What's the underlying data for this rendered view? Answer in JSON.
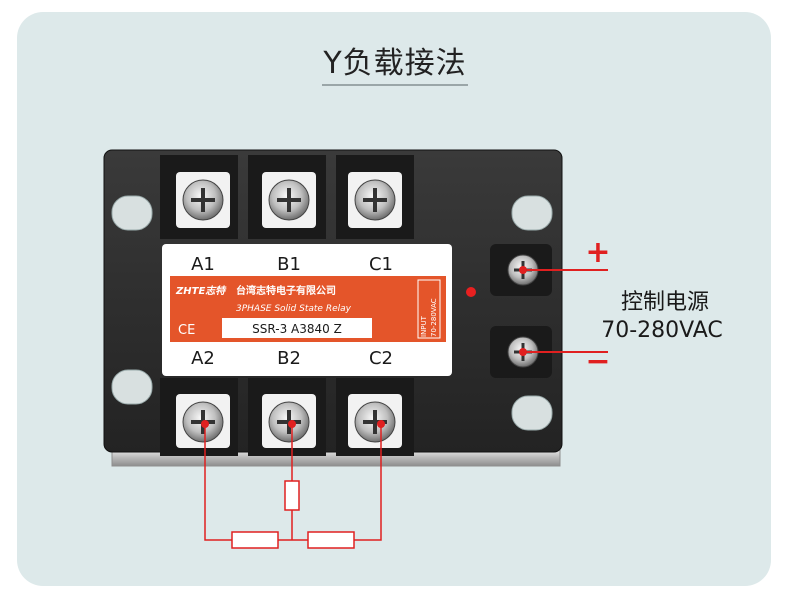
{
  "title": "Y负载接法",
  "relay": {
    "terminals_top": [
      "A1",
      "B1",
      "C1"
    ],
    "terminals_bottom": [
      "A2",
      "B2",
      "C2"
    ],
    "brand_text": "台湾志特电子有限公司",
    "description": "3PHASE Solid State Relay",
    "model": "SSR-3 A3840 Z",
    "input_label": "INPUT",
    "input_range_vertical": "70-280VAC",
    "ce_mark": "CE"
  },
  "control": {
    "plus": "+",
    "minus": "−",
    "label": "控制电源",
    "range": "70-280VAC"
  },
  "colors": {
    "background_card": "#dde9ea",
    "relay_body": "#2a2a2a",
    "label_orange": "#e4552a",
    "wire_red": "#e02020"
  }
}
